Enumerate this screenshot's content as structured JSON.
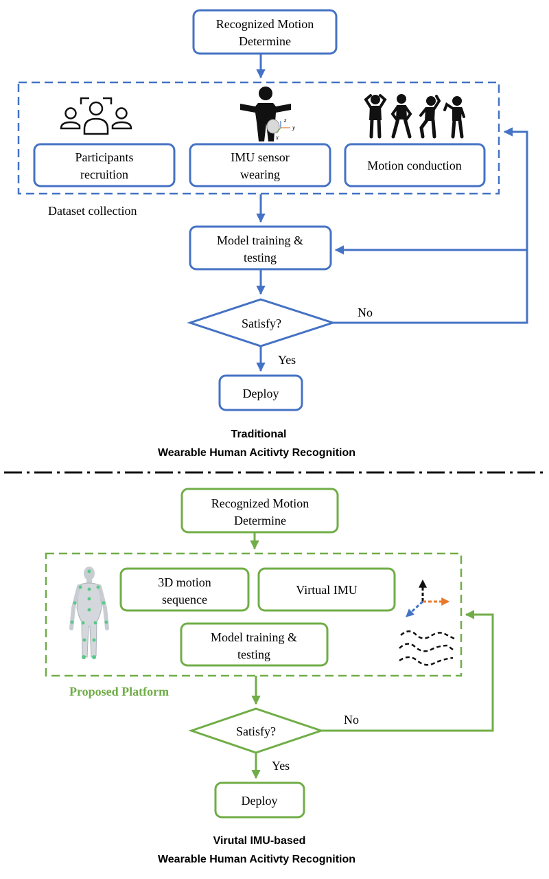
{
  "colors": {
    "blue": "#4472c4",
    "green": "#70ad47",
    "figure": "#111111",
    "sensor_dot": "#5ac88a",
    "axis_orange": "#e8792b",
    "axis_blue": "#4472c4"
  },
  "traditional": {
    "recognize": [
      "Recognized Motion",
      "Determine"
    ],
    "participants": [
      "Participants",
      "recruition"
    ],
    "imu_wearing": [
      "IMU sensor",
      "wearing"
    ],
    "motion": "Motion conduction",
    "dataset_label": "Dataset collection",
    "training": [
      "Model training &",
      "testing"
    ],
    "satisfy": "Satisfy?",
    "no": "No",
    "yes": "Yes",
    "deploy": "Deploy",
    "caption": [
      "Traditional",
      "Wearable Human Acitivty Recognition"
    ],
    "axis_labels": {
      "z": "z",
      "y": "y",
      "x": "x"
    }
  },
  "proposed": {
    "recognize": [
      "Recognized Motion",
      "Determine"
    ],
    "motion3d": [
      "3D motion",
      "sequence"
    ],
    "virtual_imu": "Virtual IMU",
    "training": [
      "Model training &",
      "testing"
    ],
    "platform_label": "Proposed Platform",
    "satisfy": "Satisfy?",
    "no": "No",
    "yes": "Yes",
    "deploy": "Deploy",
    "caption": [
      "Virutal IMU-based",
      "Wearable Human Acitivty Recognition"
    ]
  },
  "icons": {
    "group": "participants-group-icon",
    "tpose": "tpose-person-imu-icon",
    "poses": "motion-poses-icon",
    "body": "3d-body-model-icon",
    "axes": "xyz-axes-icon",
    "signals": "imu-signal-waves-icon"
  }
}
